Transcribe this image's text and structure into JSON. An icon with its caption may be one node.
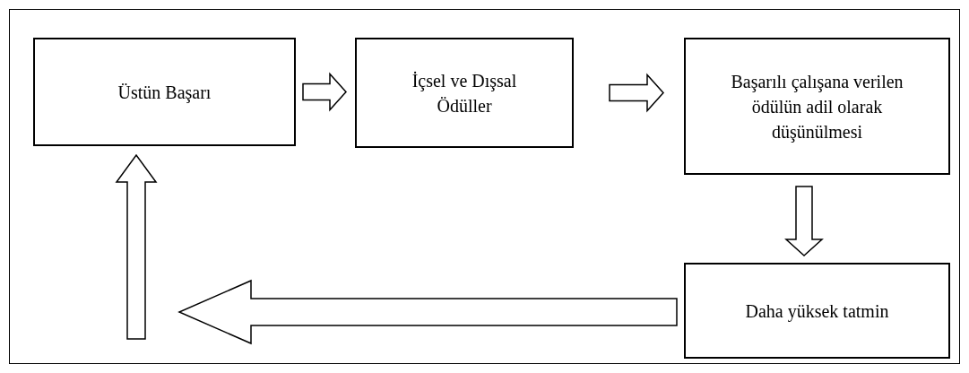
{
  "diagram": {
    "nodes": [
      {
        "text": [
          "Üstün Başarı"
        ]
      },
      {
        "text": [
          "İçsel ve Dışsal Ödüller"
        ]
      },
      {
        "text": [
          "Başarılı çalışana verilen ödülün adil olarak düşünülmesi"
        ]
      },
      {
        "text": [
          "Daha yüksek tatmin"
        ]
      }
    ],
    "edges": [
      {
        "from": 0,
        "to": 1,
        "arrow": "to"
      },
      {
        "from": 1,
        "to": 2,
        "arrow": "to"
      },
      {
        "from": 2,
        "to": 3,
        "arrow": "to"
      },
      {
        "from": 3,
        "to": null,
        "arrow": "to"
      },
      {
        "from": null,
        "to": 0,
        "arrow": "to"
      }
    ]
  }
}
